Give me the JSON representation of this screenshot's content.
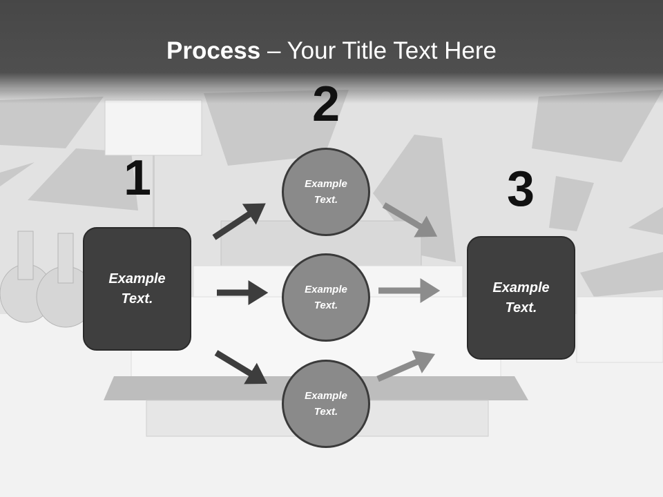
{
  "title": {
    "bold": "Process",
    "rest": " – Your Title Text Here"
  },
  "steps": [
    {
      "number": "1",
      "text": "Example\nText."
    },
    {
      "number": "2",
      "text": "Example\nText."
    },
    {
      "number": "3",
      "text": "Example\nText."
    }
  ],
  "circles": [
    {
      "text": "Example\nText."
    },
    {
      "text": "Example\nText."
    },
    {
      "text": "Example\nText."
    }
  ],
  "colors": {
    "dark_box": "#3f3f3f",
    "circle": "#8a8a8a",
    "arrow_dark": "#3d3d3d",
    "arrow_light": "#8c8c8c"
  }
}
